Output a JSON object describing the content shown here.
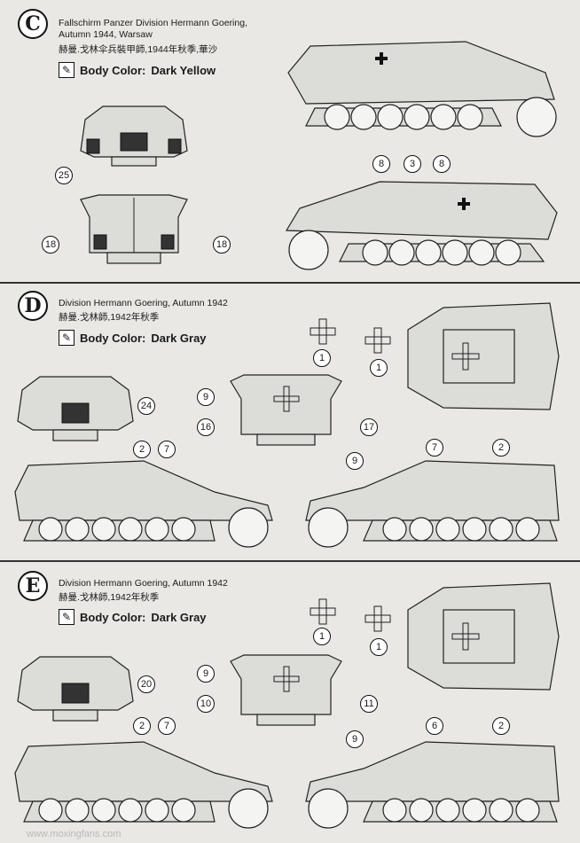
{
  "schemes": [
    {
      "letter": "C",
      "title_line1": "Fallschirm Panzer Division Hermann Goering,",
      "title_line2": "Autumn 1944, Warsaw",
      "cjk": "赫曼.戈林伞兵裝甲師,1944年秋季,華沙",
      "body_color_label": "Body Color:",
      "body_color": "Dark Yellow",
      "callouts": [
        "3",
        "8",
        "8",
        "25",
        "18",
        "18"
      ]
    },
    {
      "letter": "D",
      "title_line1": "Division Hermann Goering, Autumn 1942",
      "title_line2": "",
      "cjk": "赫曼.戈林師,1942年秋季",
      "body_color_label": "Body Color:",
      "body_color": "Dark Gray",
      "callouts": [
        "1",
        "1",
        "9",
        "16",
        "17",
        "24",
        "2",
        "7",
        "9",
        "7",
        "2"
      ]
    },
    {
      "letter": "E",
      "title_line1": "Division Hermann Goering, Autumn 1942",
      "title_line2": "",
      "cjk": "赫曼.戈林師,1942年秋季",
      "body_color_label": "Body Color:",
      "body_color": "Dark Gray",
      "callouts": [
        "1",
        "1",
        "9",
        "10",
        "11",
        "20",
        "2",
        "7",
        "9",
        "6",
        "2"
      ]
    }
  ],
  "icons": {
    "paint": "paintbrush-icon",
    "insignia": "balkenkreuz-icon"
  },
  "watermark": "www.moxingfans.com"
}
